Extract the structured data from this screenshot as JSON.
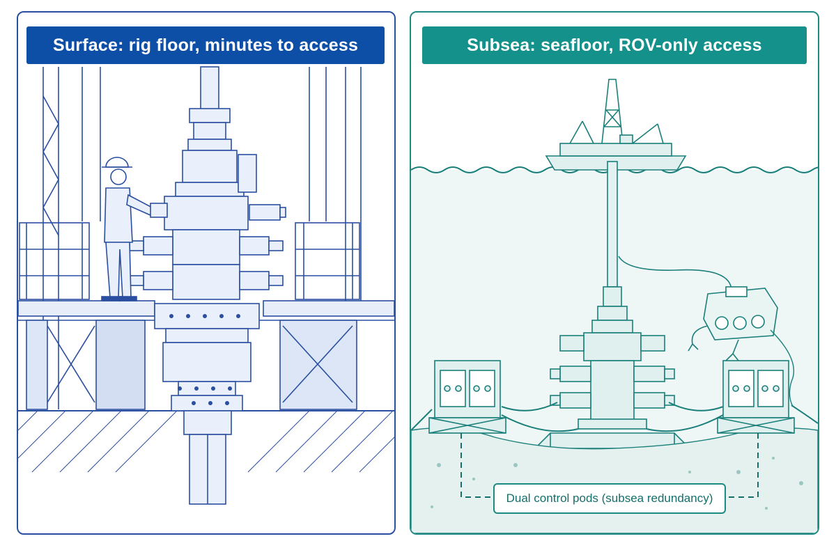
{
  "colors": {
    "surface_accent": "#0d4ea6",
    "surface_line": "#2a4fa0",
    "subsea_accent": "#14918a",
    "subsea_line": "#1a7f7a",
    "water": "#eef7f6"
  },
  "surface_panel": {
    "title": "Surface: rig floor, minutes to access"
  },
  "subsea_panel": {
    "title": "Subsea: seafloor, ROV-only access",
    "callout": "Dual control pods (subsea redundancy)"
  },
  "icons": [
    "worker-icon",
    "bop-stack-icon",
    "rig-vessel-icon",
    "rov-icon",
    "control-pod-icon"
  ]
}
